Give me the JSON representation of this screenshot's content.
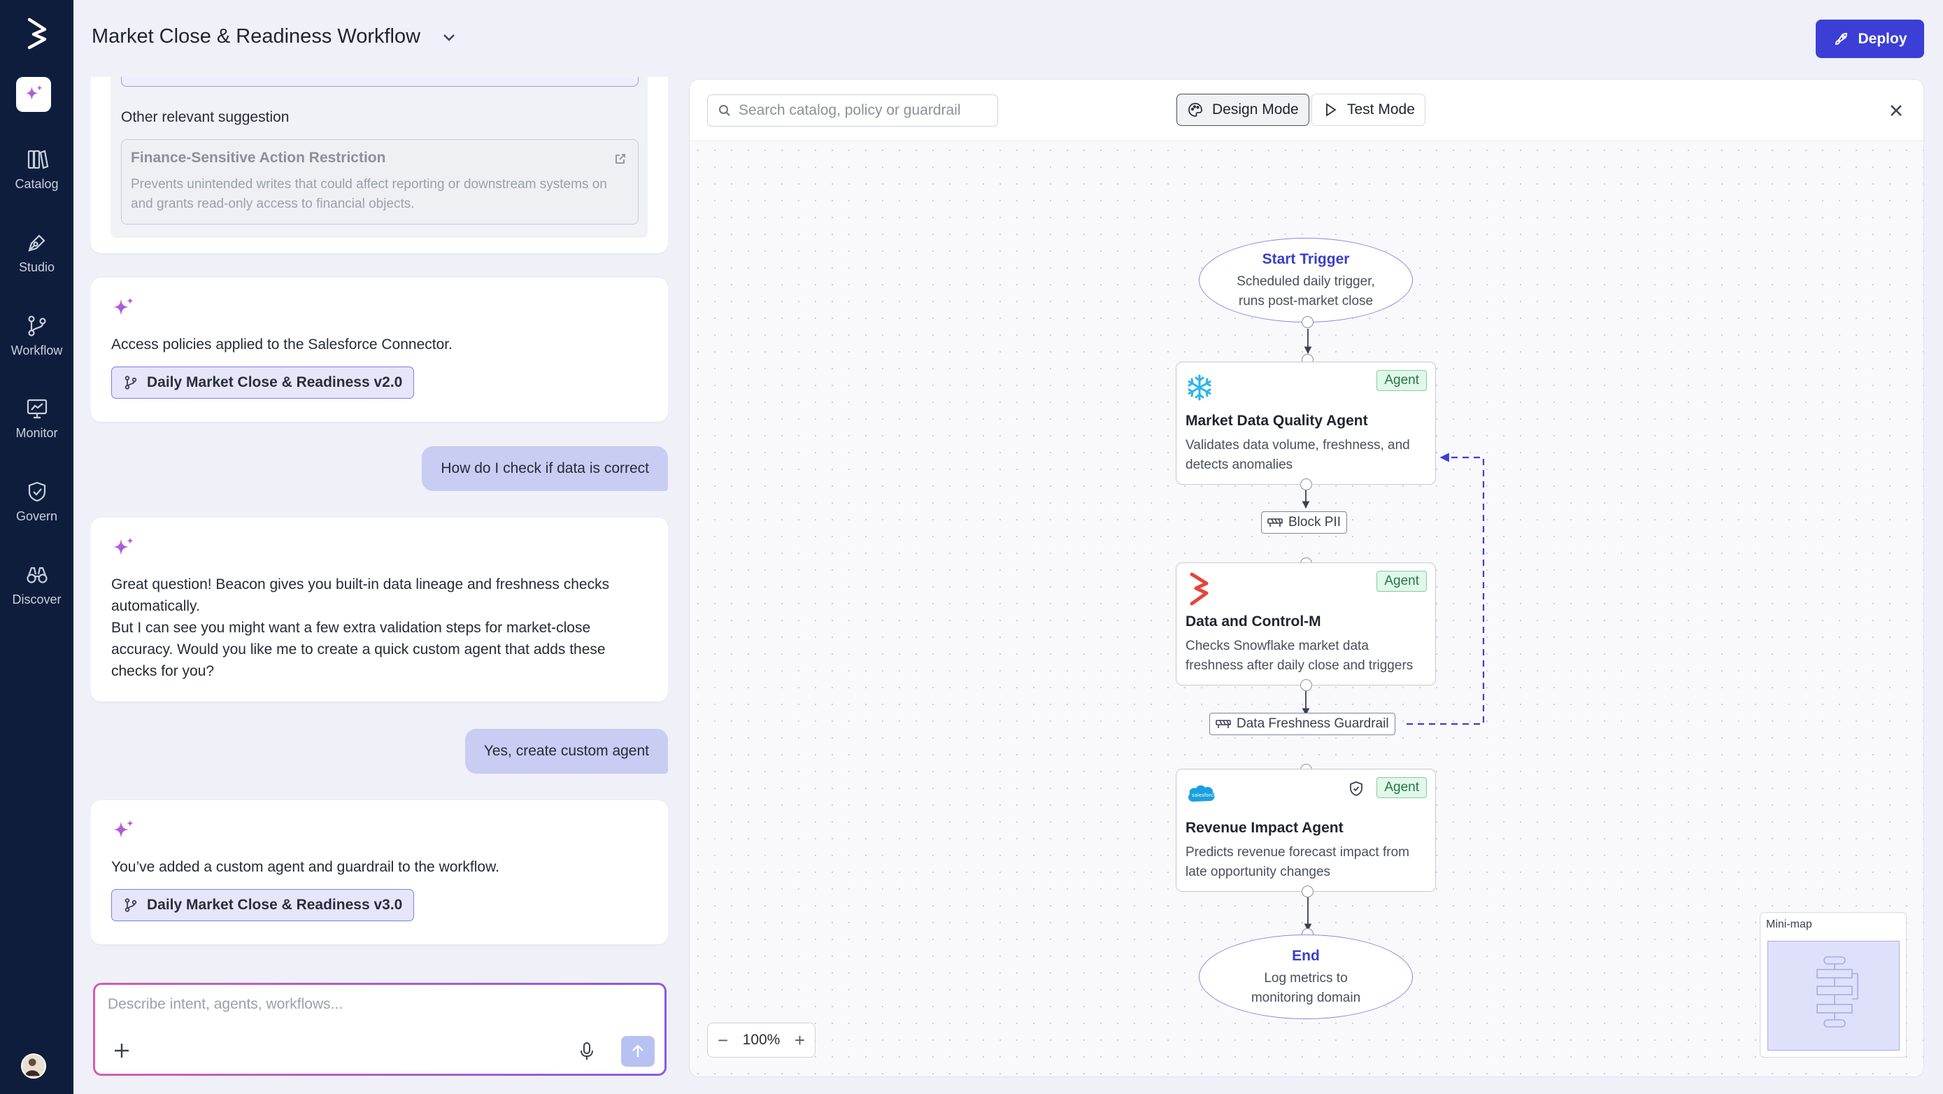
{
  "app": {
    "title": "Market Close & Readiness Workflow",
    "deploy_label": "Deploy"
  },
  "sidebar": {
    "items": [
      {
        "label": "Catalog",
        "icon": "catalog-icon"
      },
      {
        "label": "Studio",
        "icon": "pen-icon"
      },
      {
        "label": "Workflow",
        "icon": "workflow-icon"
      },
      {
        "label": "Monitor",
        "icon": "monitor-icon"
      },
      {
        "label": "Govern",
        "icon": "shield-icon"
      },
      {
        "label": "Discover",
        "icon": "binoculars-icon"
      }
    ]
  },
  "chat": {
    "suggestion_heading": "Other relevant suggestion",
    "suggestion": {
      "title": "Finance-Sensitive Action Restriction",
      "desc": "Prevents unintended writes that could affect reporting or downstream systems on and grants read-only access to financial objects."
    },
    "msg1": {
      "text": "Access policies applied to the Salesforce Connector.",
      "chip": "Daily Market Close & Readiness v2.0"
    },
    "user1": "How do I check if data is correct",
    "msg2": {
      "line1": "Great question! Beacon gives you built-in data lineage and freshness checks automatically.",
      "line2": "But I can see you might want a few extra validation steps for market-close accuracy. Would you like me to create a quick custom agent that adds these checks for you?"
    },
    "user2": "Yes, create custom agent",
    "msg3": {
      "text": "You’ve added a custom agent and guardrail to the workflow.",
      "chip": "Daily Market Close & Readiness v3.0"
    },
    "input_placeholder": "Describe intent, agents, workflows..."
  },
  "canvas": {
    "search_placeholder": "Search catalog, policy or guardrail",
    "modes": {
      "design": "Design Mode",
      "test": "Test Mode"
    },
    "zoom": "100%",
    "minimap_label": "Mini-map",
    "agent_badge": "Agent",
    "nodes": {
      "start": {
        "title": "Start Trigger",
        "desc1": "Scheduled daily trigger,",
        "desc2": "runs post-market close"
      },
      "mdq": {
        "title": "Market Data Quality Agent",
        "desc": "Validates data volume, freshness, and detects anomalies"
      },
      "dcm": {
        "title": "Data and Control-M",
        "desc1": "Checks Snowflake market data",
        "desc2": "freshness after daily close and triggers"
      },
      "rev": {
        "title": "Revenue Impact Agent",
        "desc": "Predicts revenue forecast impact from late opportunity changes"
      },
      "end": {
        "title": "End",
        "desc1": "Log metrics to",
        "desc2": "monitoring domain"
      }
    },
    "guardrails": {
      "pii": "Block PII",
      "fresh": "Data Freshness Guardrail"
    }
  },
  "colors": {
    "sidebar": "#0e1d3b",
    "accent": "#3b3fd6",
    "agent_badge": "#1f7a45"
  }
}
